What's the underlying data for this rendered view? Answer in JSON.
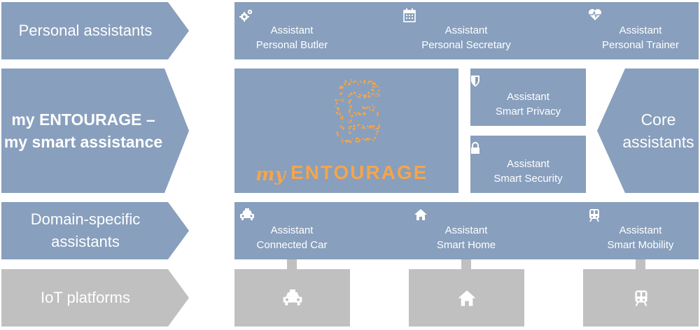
{
  "rows": {
    "personal": "Personal assistants",
    "entourage_line1": "my ENTOURAGE –",
    "entourage_line2": "my smart assistance",
    "domain_line1": "Domain-specific",
    "domain_line2": "assistants",
    "iot": "IoT platforms"
  },
  "core": {
    "line1": "Core",
    "line2": "assistants"
  },
  "personal_assistants": [
    {
      "line1": "Assistant",
      "line2": "Personal Butler",
      "icon": "gears-icon"
    },
    {
      "line1": "Assistant",
      "line2": "Personal Secretary",
      "icon": "calendar-icon"
    },
    {
      "line1": "Assistant",
      "line2": "Personal Trainer",
      "icon": "heartbeat-icon"
    }
  ],
  "core_assistants": [
    {
      "line1": "Assistant",
      "line2": "Smart Privacy",
      "icon": "shield-icon"
    },
    {
      "line1": "Assistant",
      "line2": "Smart Security",
      "icon": "lock-icon"
    }
  ],
  "domain_assistants": [
    {
      "line1": "Assistant",
      "line2": "Connected Car",
      "icon": "car-icon"
    },
    {
      "line1": "Assistant",
      "line2": "Smart Home",
      "icon": "home-icon"
    },
    {
      "line1": "Assistant",
      "line2": "Smart Mobility",
      "icon": "train-icon"
    }
  ],
  "logo": {
    "script": "my",
    "word": "ENTOURAGE",
    "color": "#f5a54a"
  },
  "colors": {
    "blue": "#889fbd",
    "grey": "#c0c0c0",
    "orange": "#f5a54a"
  }
}
